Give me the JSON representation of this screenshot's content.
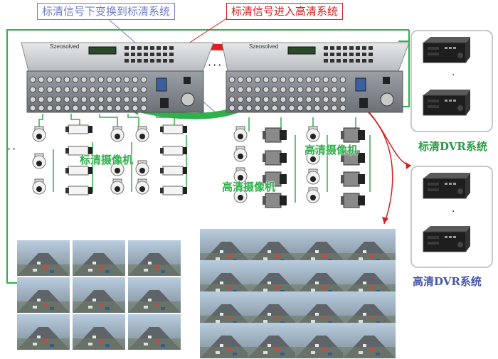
{
  "labels": {
    "sd_downconvert": "标清信号下变换到标清系统",
    "hd_into_hd": "标清信号进入高清系统",
    "sd_cameras": "标清摄像机",
    "hd_cameras_1": "高清摄像机",
    "hd_cameras_2": "高清摄像机",
    "sd_dvr_system": "标清DVR系统",
    "hd_dvr_system": "高清DVR系统"
  },
  "matrix_brand": "Szeosolved",
  "colors": {
    "green_line": "#2eb04a",
    "red_line": "#d62020",
    "sd_label_border": "#6f7fc8",
    "hd_label_border": "#d62020"
  }
}
